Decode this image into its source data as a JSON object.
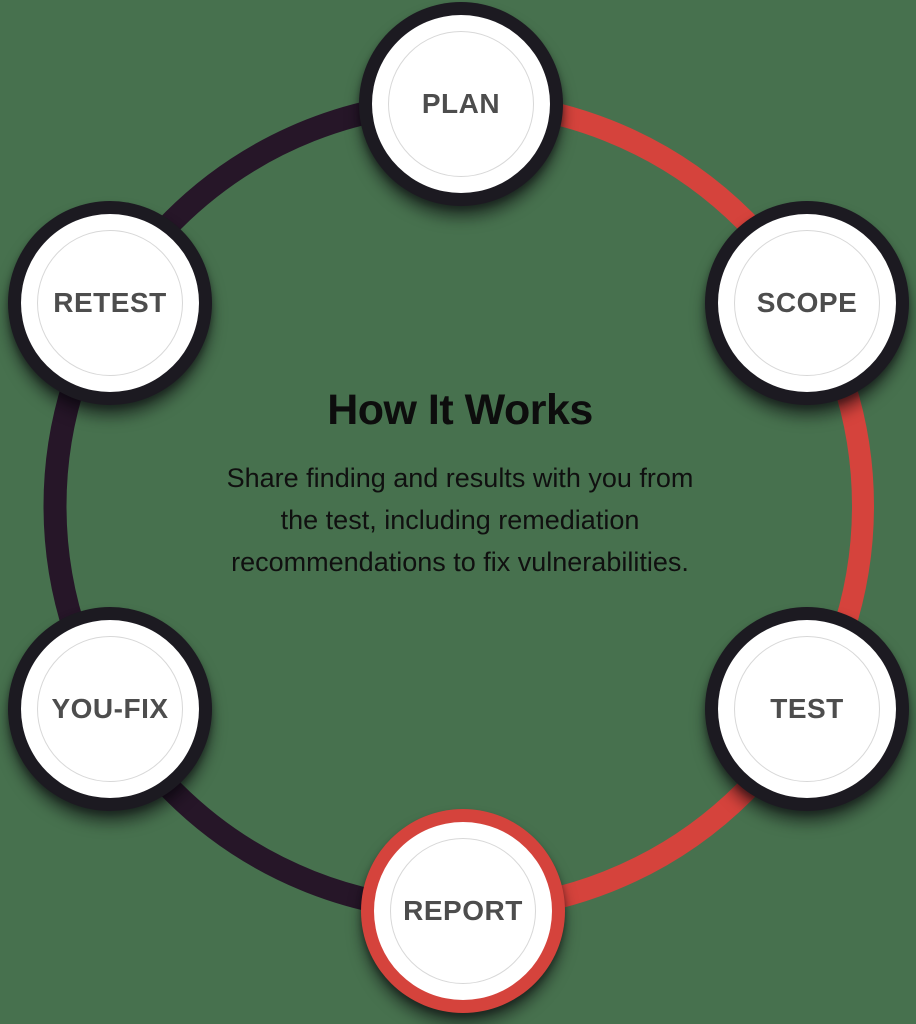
{
  "colors": {
    "background": "#47714E",
    "accent_red": "#D5433C",
    "arc_dark": "#261628",
    "node_ring_dark": "#1C1A21",
    "node_label": "#4D4D4D",
    "inner_ring": "#D8D8D8",
    "text": "#0F0F0F",
    "node_fill": "#FFFFFF"
  },
  "diagram": {
    "type": "cycle",
    "title": "How It Works",
    "description": "Share finding and results with you from the test, including remediation recommendations to fix vulnerabilities.",
    "description_lines": [
      "Share finding and results with you from",
      "the test, including remediation",
      "recommendations to fix vulnerabilities."
    ],
    "nodes": [
      {
        "label": "PLAN",
        "position": "top",
        "ring_color": "dark"
      },
      {
        "label": "SCOPE",
        "position": "top-right",
        "ring_color": "dark"
      },
      {
        "label": "TEST",
        "position": "bottom-right",
        "ring_color": "dark"
      },
      {
        "label": "REPORT",
        "position": "bottom",
        "ring_color": "red"
      },
      {
        "label": "YOU-FIX",
        "position": "bottom-left",
        "ring_color": "dark"
      },
      {
        "label": "RETEST",
        "position": "top-left",
        "ring_color": "dark"
      }
    ],
    "arcs": [
      {
        "side": "right",
        "from": "PLAN",
        "to": "REPORT",
        "color": "red"
      },
      {
        "side": "left",
        "from": "REPORT",
        "to": "PLAN",
        "color": "dark"
      }
    ]
  }
}
